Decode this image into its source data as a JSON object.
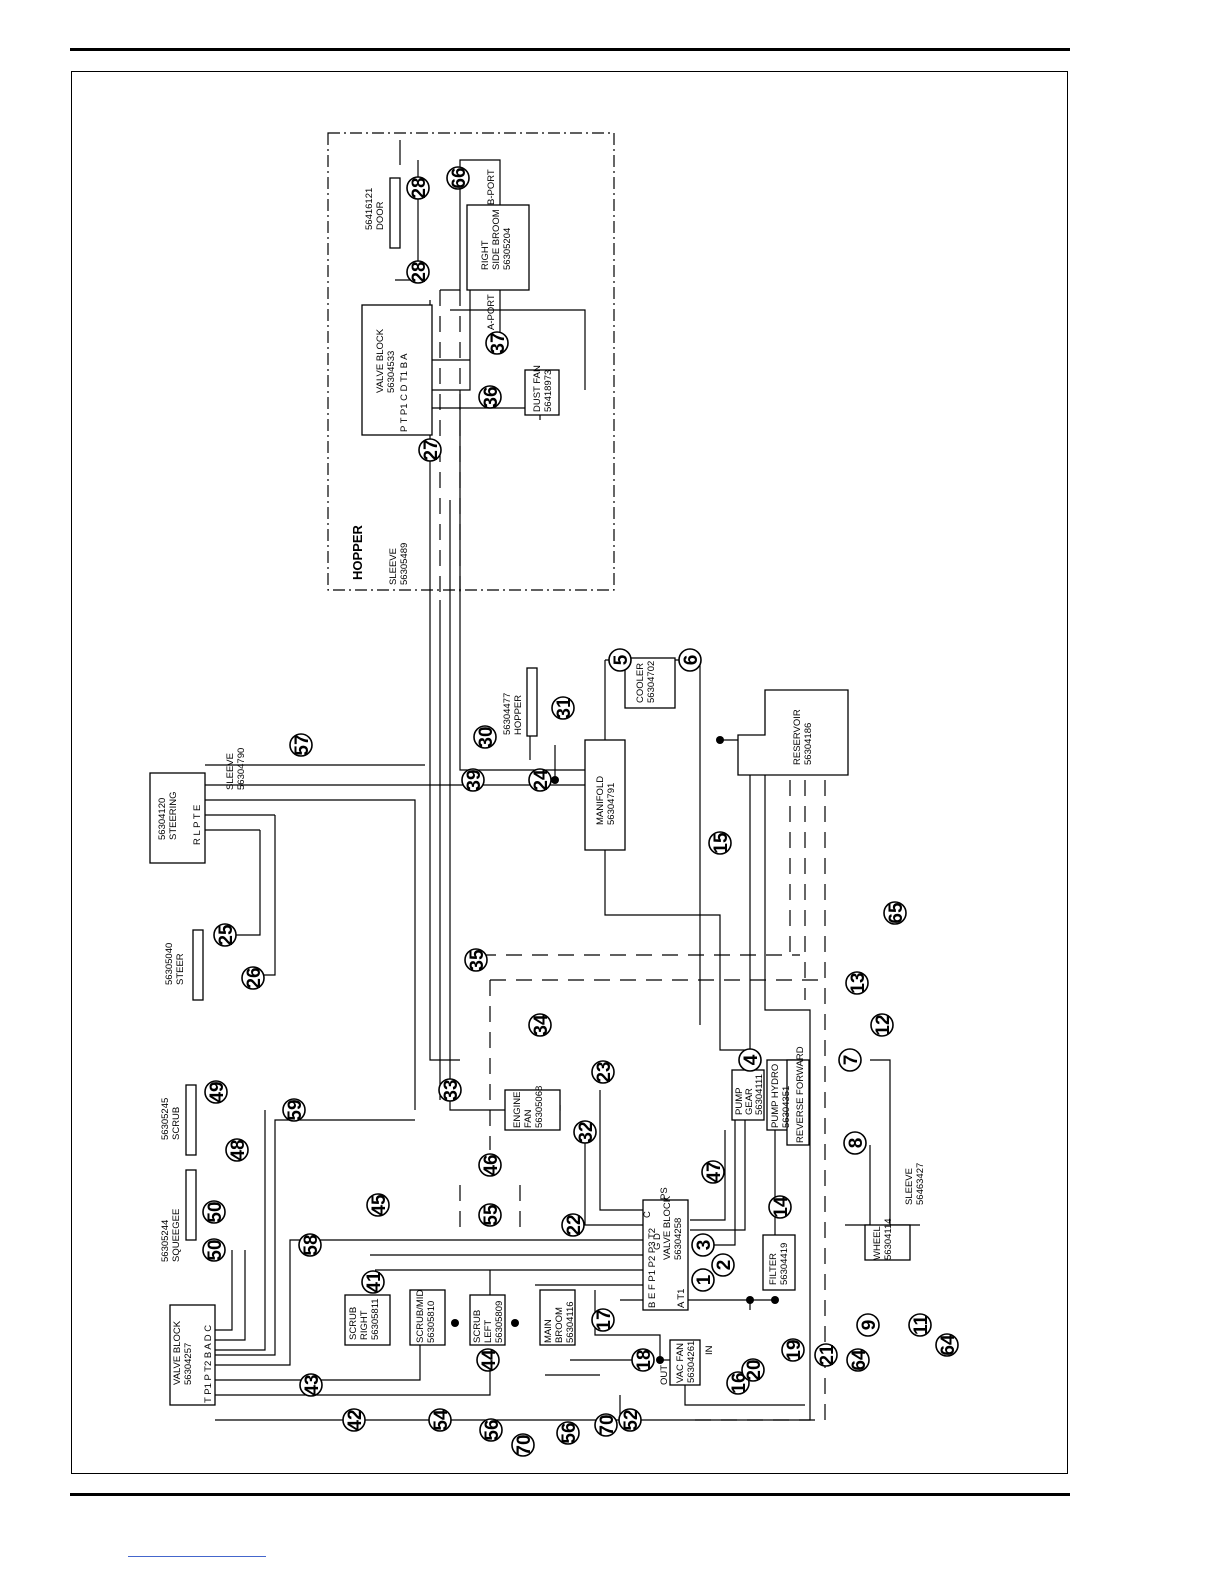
{
  "hopper_label": "HOPPER",
  "components": {
    "valve_block_hopper": {
      "lines": [
        "VALVE BLOCK",
        "56304533"
      ],
      "ports": "P  T  P1  C  D  T1  B  A"
    },
    "door": {
      "lines": [
        "56416121",
        "DOOR"
      ]
    },
    "right_side_broom": {
      "lines": [
        "RIGHT",
        "SIDE BROOM",
        "56305204"
      ],
      "port_a": "A-PORT",
      "port_b": "B-PORT"
    },
    "dust_fan": {
      "lines": [
        "DUST FAN",
        "56418973"
      ]
    },
    "sleeve_hopper": {
      "lines": [
        "SLEEVE",
        "56305489"
      ]
    },
    "hopper_cyl": {
      "lines": [
        "56304477",
        "HOPPER"
      ]
    },
    "cooler": {
      "lines": [
        "COOLER",
        "56304702"
      ]
    },
    "reservoir": {
      "lines": [
        "RESERVOIR",
        "56304186"
      ]
    },
    "steering": {
      "lines": [
        "56304120",
        "STEERING"
      ],
      "ports": "R  L  P  T  E"
    },
    "sleeve_steering": {
      "lines": [
        "SLEEVE",
        "56304790"
      ]
    },
    "manifold": {
      "lines": [
        "MANIFOLD",
        "56304791"
      ]
    },
    "steer": {
      "lines": [
        "56305040",
        "STEER"
      ]
    },
    "scrub_cyl": {
      "lines": [
        "56305245",
        "SCRUB"
      ]
    },
    "squeegee": {
      "lines": [
        "56305244",
        "SQUEEGEE"
      ]
    },
    "engine_fan": {
      "lines": [
        "ENGINE",
        "FAN",
        "56305068"
      ]
    },
    "pump_gear": {
      "lines": [
        "PUMP",
        "GEAR",
        "56304111"
      ]
    },
    "pump_hydro": {
      "lines": [
        "PUMP HYDRO",
        "56304351"
      ],
      "ports": "REVERSE  FORWARD"
    },
    "valve_block_main": {
      "lines": [
        "VALVE BLOCK",
        "56304258"
      ],
      "ports_top": "C",
      "ports_mid": "G  D",
      "ports_left": "B  E  F  P1  P2  P3  T2",
      "ports_bot": "A  T1",
      "ps": "PS"
    },
    "filter": {
      "lines": [
        "FILTER",
        "56304419"
      ]
    },
    "sleeve_wheel": {
      "lines": [
        "SLEEVE",
        "56463427"
      ]
    },
    "wheel": {
      "lines": [
        "WHEEL",
        "56304114"
      ]
    },
    "valve_block_scrub": {
      "lines": [
        "VALVE BLOCK",
        "56304257"
      ],
      "ports": "T  P1  P  T2  B  A  D  C"
    },
    "scrub_right": {
      "lines": [
        "SCRUB",
        "RIGHT",
        "56305811"
      ]
    },
    "scrub_mid": {
      "lines": [
        "SCRUB/MID",
        "56305810"
      ]
    },
    "scrub_left": {
      "lines": [
        "SCRUB",
        "LEFT",
        "56305809"
      ]
    },
    "main_broom": {
      "lines": [
        "MAIN",
        "BROOM",
        "56304116"
      ]
    },
    "vac_fan": {
      "lines": [
        "VAC FAN",
        "56304261"
      ],
      "in": "IN",
      "out": "OUT"
    }
  },
  "callouts": [
    "1",
    "2",
    "3",
    "4",
    "5",
    "6",
    "7",
    "8",
    "9",
    "11",
    "12",
    "13",
    "14",
    "15",
    "16",
    "17",
    "18",
    "19",
    "20",
    "21",
    "22",
    "23",
    "24",
    "25",
    "26",
    "27",
    "28",
    "28",
    "30",
    "31",
    "32",
    "33",
    "34",
    "35",
    "36",
    "37",
    "39",
    "41",
    "42",
    "43",
    "44",
    "45",
    "46",
    "47",
    "48",
    "49",
    "50",
    "50",
    "52",
    "54",
    "55",
    "56",
    "56",
    "57",
    "58",
    "59",
    "64",
    "64",
    "65",
    "66",
    "70",
    "70"
  ]
}
